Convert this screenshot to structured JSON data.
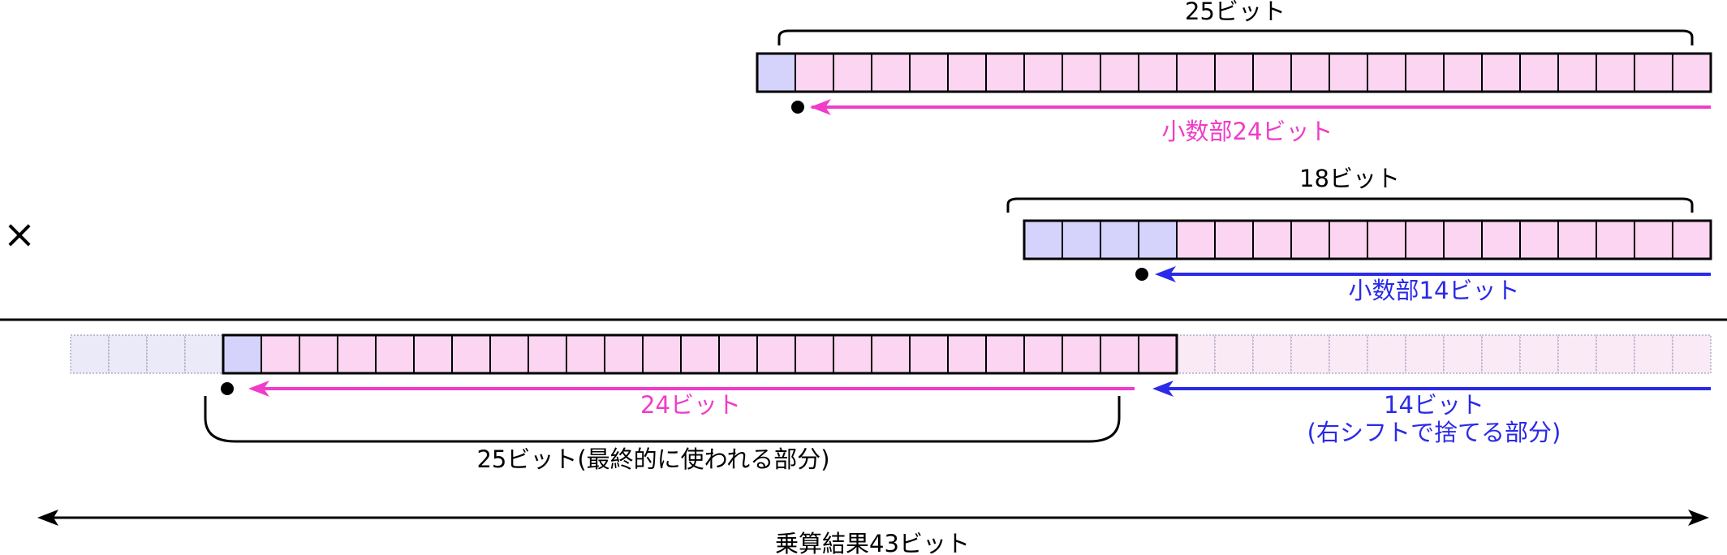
{
  "operator": "×",
  "colors": {
    "int_bit": "#d5d3fb",
    "frac_bit": "#fcd5f2",
    "faded_int_bit": "#eaeaf9",
    "faded_frac_bit": "#faeaf6",
    "magenta": "#f03cc8",
    "blue": "#2a2ae8",
    "black": "#000000"
  },
  "row1": {
    "total_bits": 25,
    "int_bits": 1,
    "width_label": "25ビット",
    "fraction_label": "小数部24ビット"
  },
  "row2": {
    "total_bits": 18,
    "int_bits": 4,
    "width_label": "18ビット",
    "fraction_label": "小数部14ビット"
  },
  "result": {
    "leading_faded_bits": 4,
    "kept_int_bits": 1,
    "kept_frac_bits": 24,
    "discarded_bits": 14,
    "kept_frac_label": "24ビット",
    "discarded_label_line1": "14ビット",
    "discarded_label_line2": "(右シフトで捨てる部分)",
    "used_label": "25ビット(最終的に使われる部分)",
    "total_label": "乗算結果43ビット"
  }
}
